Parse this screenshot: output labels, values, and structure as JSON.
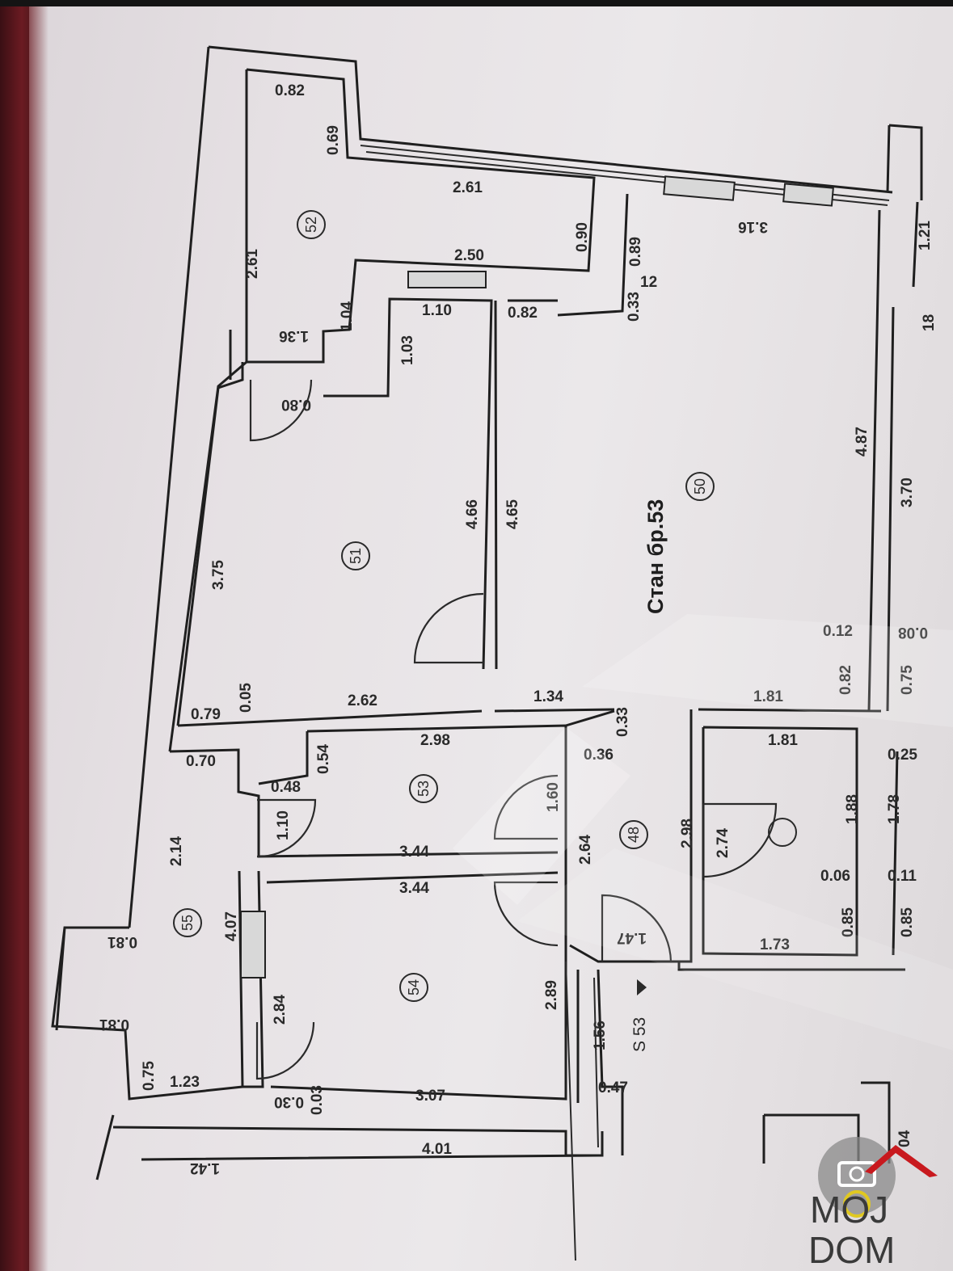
{
  "plan": {
    "title": "Стан бр.53",
    "unit_label": "S 53",
    "rooms": [
      "50",
      "51",
      "52",
      "53",
      "54",
      "55",
      "48"
    ],
    "dims": {
      "d082_top": "0.82",
      "d069": "0.69",
      "d261_top": "2.61",
      "d090": "0.90",
      "d261_side": "2.61",
      "d250": "2.50",
      "d089": "0.89",
      "d12": "12",
      "d316": "3.16",
      "d121": "1.21",
      "d104": "1.04",
      "d110_a": "1.10",
      "d082_b": "0.82",
      "d033_a": "0.33",
      "d136": "1.36",
      "d103": "1.03",
      "d080": "0.80",
      "d118": "18",
      "d487": "4.87",
      "d370": "3.70",
      "d466": "4.66",
      "d465": "4.65",
      "d375": "3.75",
      "d012": "0.12",
      "d008": "0.08",
      "d082_c": "0.82",
      "d075_a": "0.75",
      "d005": "0.05",
      "d079": "0.79",
      "d262": "2.62",
      "d134": "1.34",
      "d033_b": "0.33",
      "d181_a": "1.81",
      "d070": "0.70",
      "d054": "0.54",
      "d298_a": "2.98",
      "d036": "0.36",
      "d181_b": "1.81",
      "d025": "0.25",
      "d048": "0.48",
      "d110_b": "1.10",
      "d160": "1.60",
      "d298_b": "2.98",
      "d188": "1.88",
      "d178": "1.78",
      "d214": "2.14",
      "d264": "2.64",
      "d274": "2.74",
      "d344_a": "3.44",
      "d344_b": "3.44",
      "d006": "0.06",
      "d011": "0.11",
      "d407": "4.07",
      "d081_a": "0.81",
      "d147": "1.47",
      "d085_a": "0.85",
      "d085_b": "0.85",
      "d173": "1.73",
      "d289": "2.89",
      "d284": "2.84",
      "d081_b": "0.81",
      "d156": "1.56",
      "d075_b": "0.75",
      "d123": "1.23",
      "d030": "0.30",
      "d003": "0.03",
      "d307": "3.07",
      "d047": "0.47",
      "d401": "4.01",
      "d142": "1.42",
      "d004": "04"
    }
  },
  "watermark": {
    "top": "MOJ",
    "bottom": "DOM",
    "accent": "#c8191e"
  }
}
